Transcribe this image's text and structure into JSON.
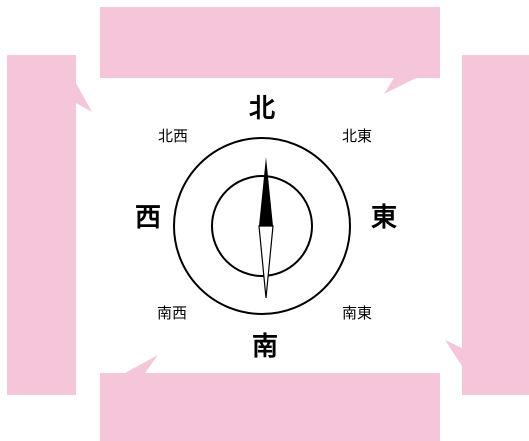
{
  "colors": {
    "callout_fill": "#f5c6da",
    "line": "#000000",
    "background": "#ffffff"
  },
  "directions": {
    "north": "北",
    "east": "東",
    "south": "南",
    "west": "西",
    "northeast": "北東",
    "southeast": "南東",
    "southwest": "南西",
    "northwest": "北西"
  },
  "callouts": {
    "top": "",
    "right": "",
    "bottom": "",
    "left": ""
  },
  "compass": {
    "needle_points_to": "north"
  }
}
